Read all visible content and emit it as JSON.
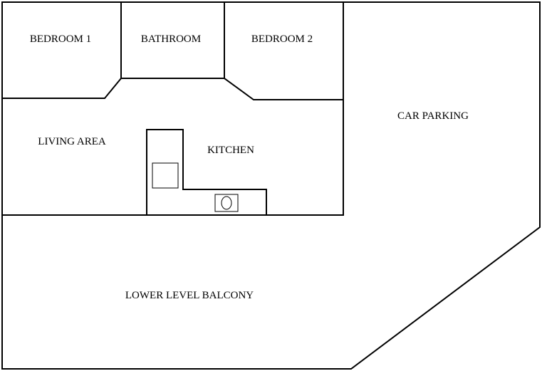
{
  "plan": {
    "rooms": {
      "bedroom_1": "BEDROOM 1",
      "bathroom": "BATHROOM",
      "bedroom_2": "BEDROOM 2",
      "car_parking": "CAR PARKING",
      "living_area": "LIVING AREA",
      "kitchen": "KITCHEN",
      "lower_level_balcony": "LOWER LEVEL BALCONY"
    },
    "fixtures": [
      "stove-square",
      "sink-oval"
    ],
    "colors": {
      "line": "#000000",
      "background": "#ffffff"
    }
  }
}
